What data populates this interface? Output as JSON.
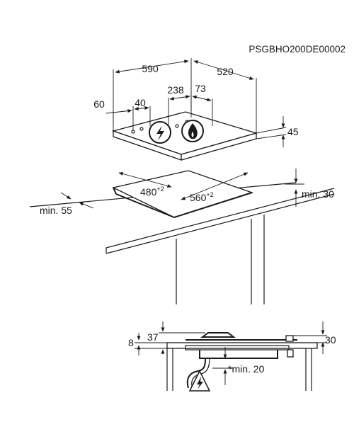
{
  "diagram_code": "PSGBHO200DE00002",
  "top_view": {
    "width": "590",
    "depth": "520",
    "offset_left": "60",
    "offset_40": "40",
    "distance_238": "238",
    "distance_73": "73",
    "height": "45",
    "cutout_depth": "480",
    "cutout_depth_tol": "+2",
    "cutout_width": "560",
    "cutout_width_tol": "+2",
    "min_edge": "min. 55",
    "min_rear": "min. 30"
  },
  "section_view": {
    "dim_8": "8",
    "dim_37": "37",
    "dim_30": "30",
    "min_below": "*min. 20"
  },
  "icons": [
    "electric-warning-icon",
    "gas-flame-warning-icon"
  ]
}
